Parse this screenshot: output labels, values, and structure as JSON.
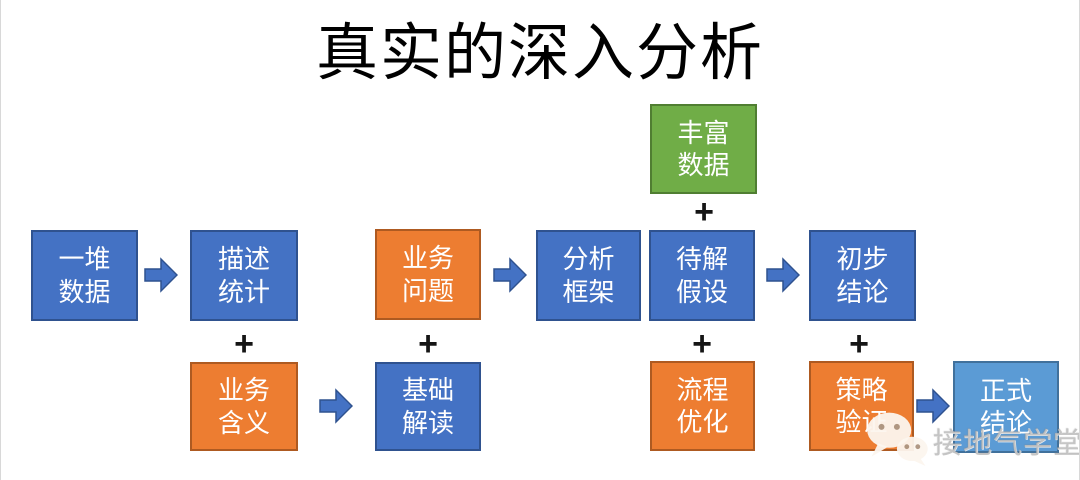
{
  "title": "真实的深入分析",
  "symbols": {
    "plus": "+"
  },
  "palette": {
    "node_blue": "#4472C4",
    "node_blue_border": "#2F528F",
    "node_orange": "#ED7D31",
    "node_orange_border": "#AE5A21",
    "node_green": "#70AD47",
    "node_green_border": "#507E32",
    "node_light_blue": "#5B9BD5",
    "node_light_blue_border": "#41719C",
    "arrow_fill": "#4472C4",
    "arrow_border": "#2F528F",
    "node_text": "#FFFFFF",
    "title_text": "#000000"
  },
  "nodes": {
    "rich_data": "丰富\n数据",
    "data_pile": "一堆\n数据",
    "descriptive_stats": "描述\n统计",
    "business_question": "业务\n问题",
    "analysis_framework": "分析\n框架",
    "pending_hypotheses": "待解\n假设",
    "preliminary_conclusion": "初步\n结论",
    "business_meaning": "业务\n含义",
    "basic_interpretation": "基础\n解读",
    "process_optimization": "流程\n优化",
    "strategy_validation": "策略\n验证",
    "formal_conclusion": "正式\n结论"
  },
  "watermark": {
    "text": "接地气学堂",
    "icon": "wechat-icon"
  }
}
